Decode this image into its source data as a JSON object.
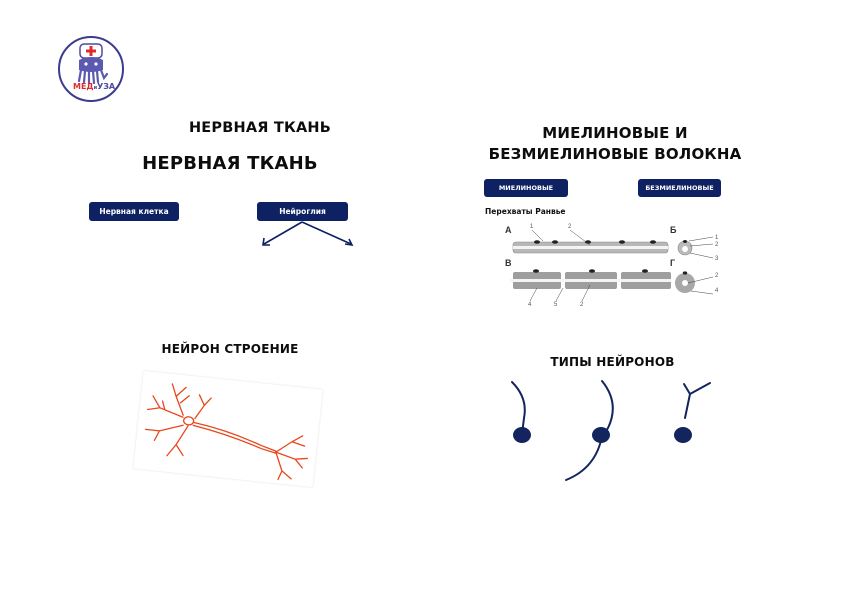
{
  "logo": {
    "text_left": "МЕД",
    "text_small": "и",
    "text_right": "УЗА",
    "cross_color": "#e02b2b",
    "body_color": "#4b4aa0"
  },
  "nervous_tissue": {
    "title_1": "НЕРВНАЯ ТКАНЬ",
    "title_2": "НЕРВНАЯ ТКАНЬ",
    "box_left": "Нервная клетка",
    "box_right": "Нейроглия"
  },
  "fibers": {
    "title_line1": "МИЕЛИНОВЫЕ И",
    "title_line2": "БЕЗМИЕЛИНОВЫЕ ВОЛОКНА",
    "box_left": "МИЕЛИНОВЫЕ",
    "box_right": "БЕЗМИЕЛИНОВЫЕ",
    "diagram_caption": "Перехваты Ранвье",
    "labels": {
      "a": "А",
      "b": "Б",
      "v": "В",
      "g": "Г"
    },
    "numbers": {
      "a1": "1",
      "a2": "2",
      "b1": "1",
      "b2": "2",
      "b3": "3",
      "v4": "4",
      "v5": "5",
      "v2": "2",
      "g2": "2",
      "g4": "4"
    }
  },
  "neuron_structure": {
    "title": "НЕЙРОН  СТРОЕНИЕ"
  },
  "neuron_types": {
    "title": "ТИПЫ  НЕЙРОНОВ"
  },
  "colors": {
    "box_bg": "#0d2163",
    "neuron_red": "#e8471c",
    "neuron_dark": "#13245e"
  }
}
